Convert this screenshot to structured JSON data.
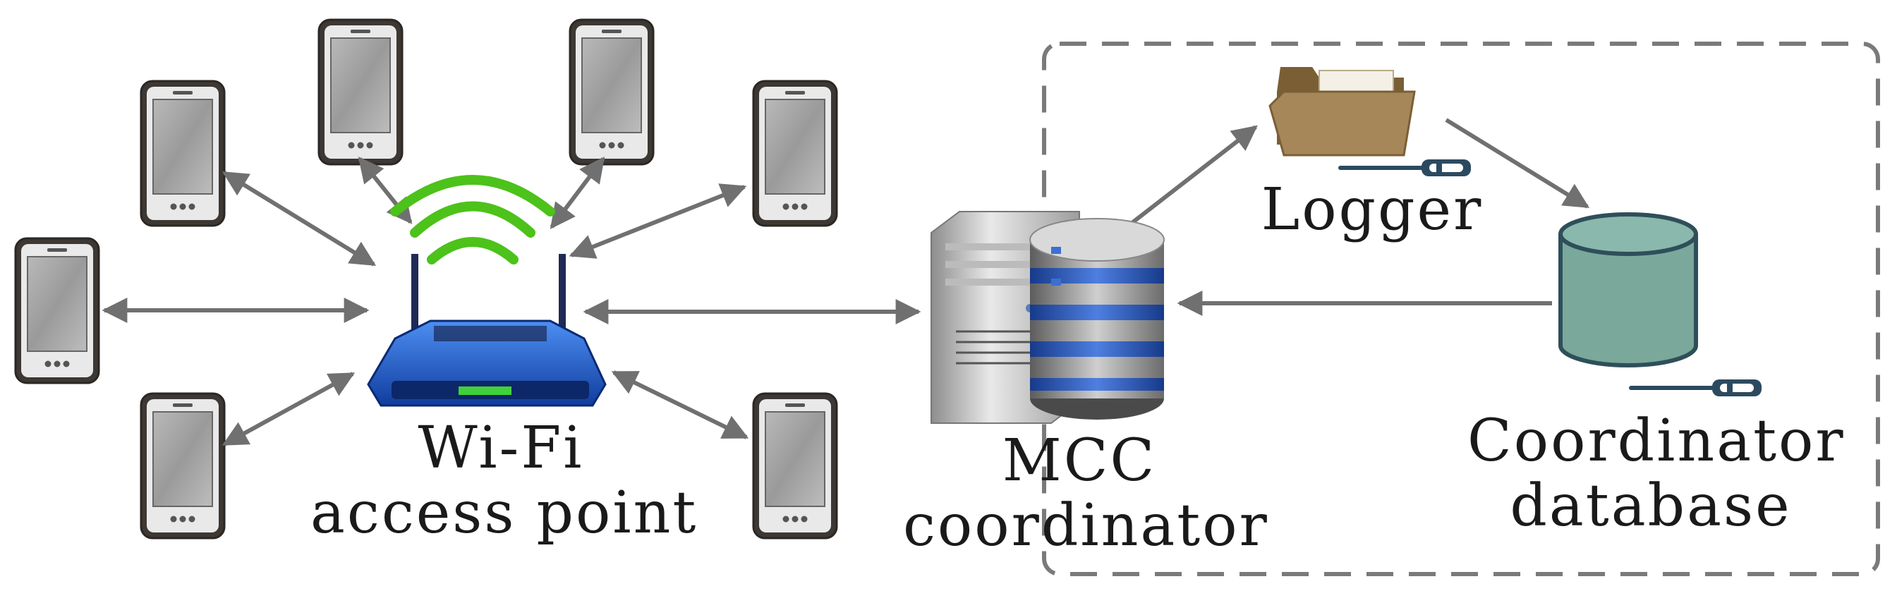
{
  "labels": {
    "wifi_line1": "Wi-Fi",
    "wifi_line2": "access point",
    "mcc_line1": "MCC",
    "mcc_line2": "coordinator",
    "logger": "Logger",
    "db_line1": "Coordinator",
    "db_line2": "database"
  },
  "icons": {
    "phone": "smartphone-icon",
    "router": "wifi-router-icon",
    "server": "server-icon",
    "folder": "folder-icon",
    "database": "database-icon",
    "screwdriver": "screwdriver-icon"
  },
  "colors": {
    "arrow": "#707070",
    "dashed_border": "#7a7a7a",
    "router_body": "#1f5fd1",
    "wifi_signal": "#4cc21a",
    "folder": "#9c7d4c",
    "database_fill": "#7aa89b",
    "database_stroke": "#2e4f5a"
  }
}
